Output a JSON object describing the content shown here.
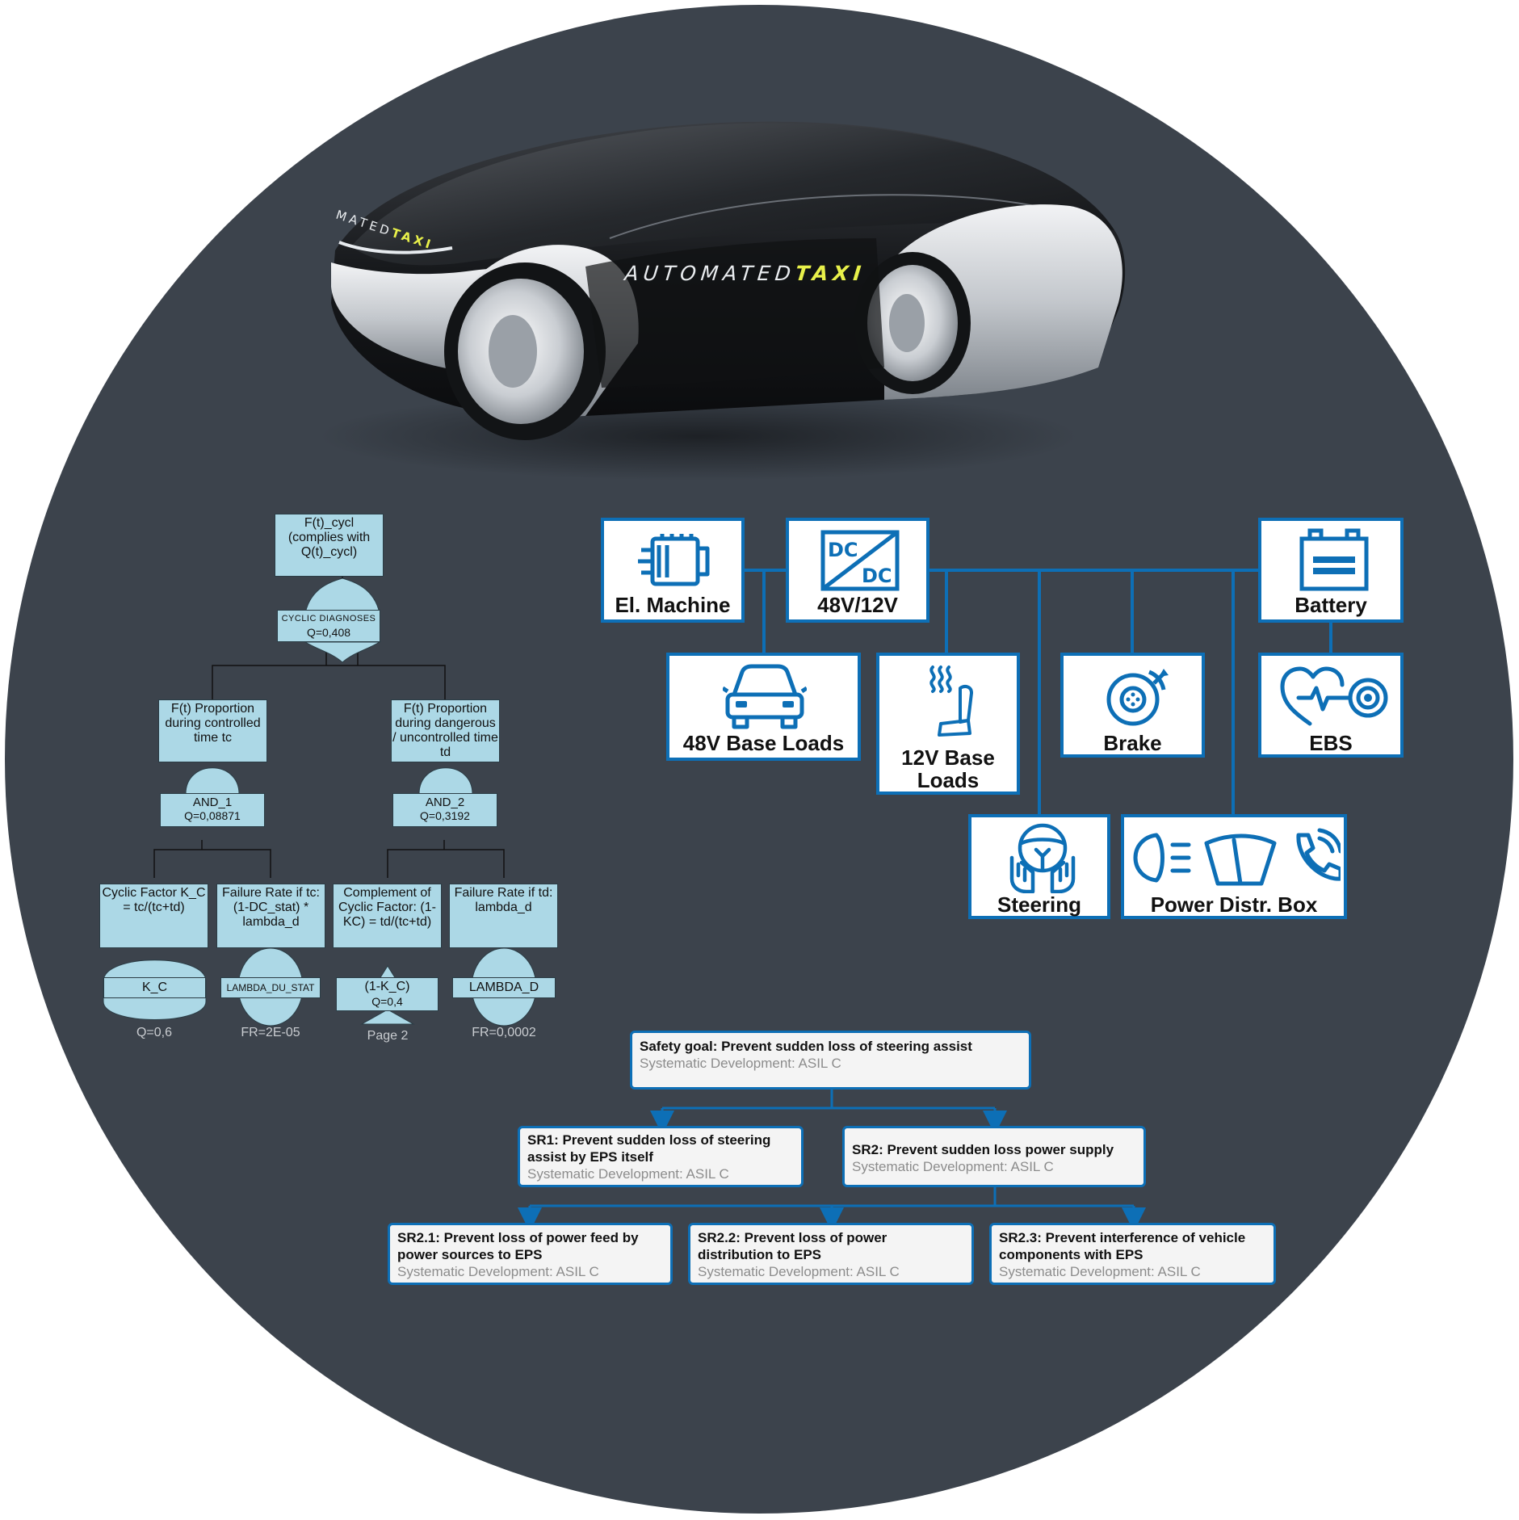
{
  "car": {
    "side_text_plain": "AUTOMATED",
    "side_text_accent": "TAXI",
    "front_text_plain": "MATED",
    "front_text_accent": "TAXI",
    "accent_color": "#e8f04a"
  },
  "fault_tree": {
    "top": {
      "text": "F(t)_cycl (complies with Q(t)_cycl)"
    },
    "top_gate": {
      "name": "CYCLIC DIAGNOSES",
      "q": "Q=0,408"
    },
    "left": {
      "text": "F(t) Proportion during controlled time tc"
    },
    "left_gate": {
      "name": "AND_1",
      "q": "Q=0,08871"
    },
    "right": {
      "text": "F(t) Proportion during dangerous / uncontrolled time td"
    },
    "right_gate": {
      "name": "AND_2",
      "q": "Q=0,3192"
    },
    "leaves": [
      {
        "text": "Cyclic Factor K_C = tc/(tc+td)",
        "event": "K_C",
        "q": "",
        "below": "Q=0,6"
      },
      {
        "text": "Failure Rate if tc: (1-DC_stat) * lambda_d",
        "event": "LAMBDA_DU_STAT",
        "q": "",
        "below": "FR=2E-05"
      },
      {
        "text": "Complement of Cyclic Factor: (1-KC) = td/(tc+td)",
        "event": "(1-K_C)",
        "q": "Q=0,4",
        "below": "Page 2"
      },
      {
        "text": "Failure Rate if td: lambda_d",
        "event": "LAMBDA_D",
        "q": "",
        "below": "FR=0,0002"
      }
    ],
    "box_color": "#acd8e6"
  },
  "power_network": {
    "accent": "#0d6fb6",
    "top_row": [
      {
        "label": "El. Machine",
        "icon": "electric-machine-icon"
      },
      {
        "label": "48V/12V",
        "icon": "dc-dc-converter-icon",
        "icon_text_top": "DC",
        "icon_text_bottom": "DC"
      },
      {
        "label": "Battery",
        "icon": "battery-icon"
      }
    ],
    "loads": [
      {
        "label": "48V Base Loads",
        "icon": "car-icon"
      },
      {
        "label": "12V Base Loads",
        "icon": "heated-seat-icon"
      },
      {
        "label": "Brake",
        "icon": "brake-disc-icon"
      },
      {
        "label": "EBS",
        "icon": "heartbeat-sensor-icon"
      },
      {
        "label": "Steering",
        "icon": "steering-wheel-icon"
      },
      {
        "label": "Power Distr. Box",
        "icon": "lights-wiper-phone-icon"
      }
    ]
  },
  "requirements": {
    "goal": {
      "title": "Safety goal: Prevent sudden loss of steering assist",
      "sub": "Systematic Development: ASIL C"
    },
    "level1": [
      {
        "title": "SR1: Prevent sudden loss of steering assist by EPS itself",
        "sub": "Systematic Development: ASIL C"
      },
      {
        "title": "SR2: Prevent sudden loss power supply",
        "sub": "Systematic Development: ASIL C"
      }
    ],
    "level2": [
      {
        "title": "SR2.1: Prevent loss of power feed by power sources to EPS",
        "sub": "Systematic Development: ASIL C"
      },
      {
        "title": "SR2.2: Prevent loss of power distribution to EPS",
        "sub": "Systematic Development: ASIL C"
      },
      {
        "title": "SR2.3: Prevent interference of vehicle components with EPS",
        "sub": "Systematic Development: ASIL C"
      }
    ]
  }
}
